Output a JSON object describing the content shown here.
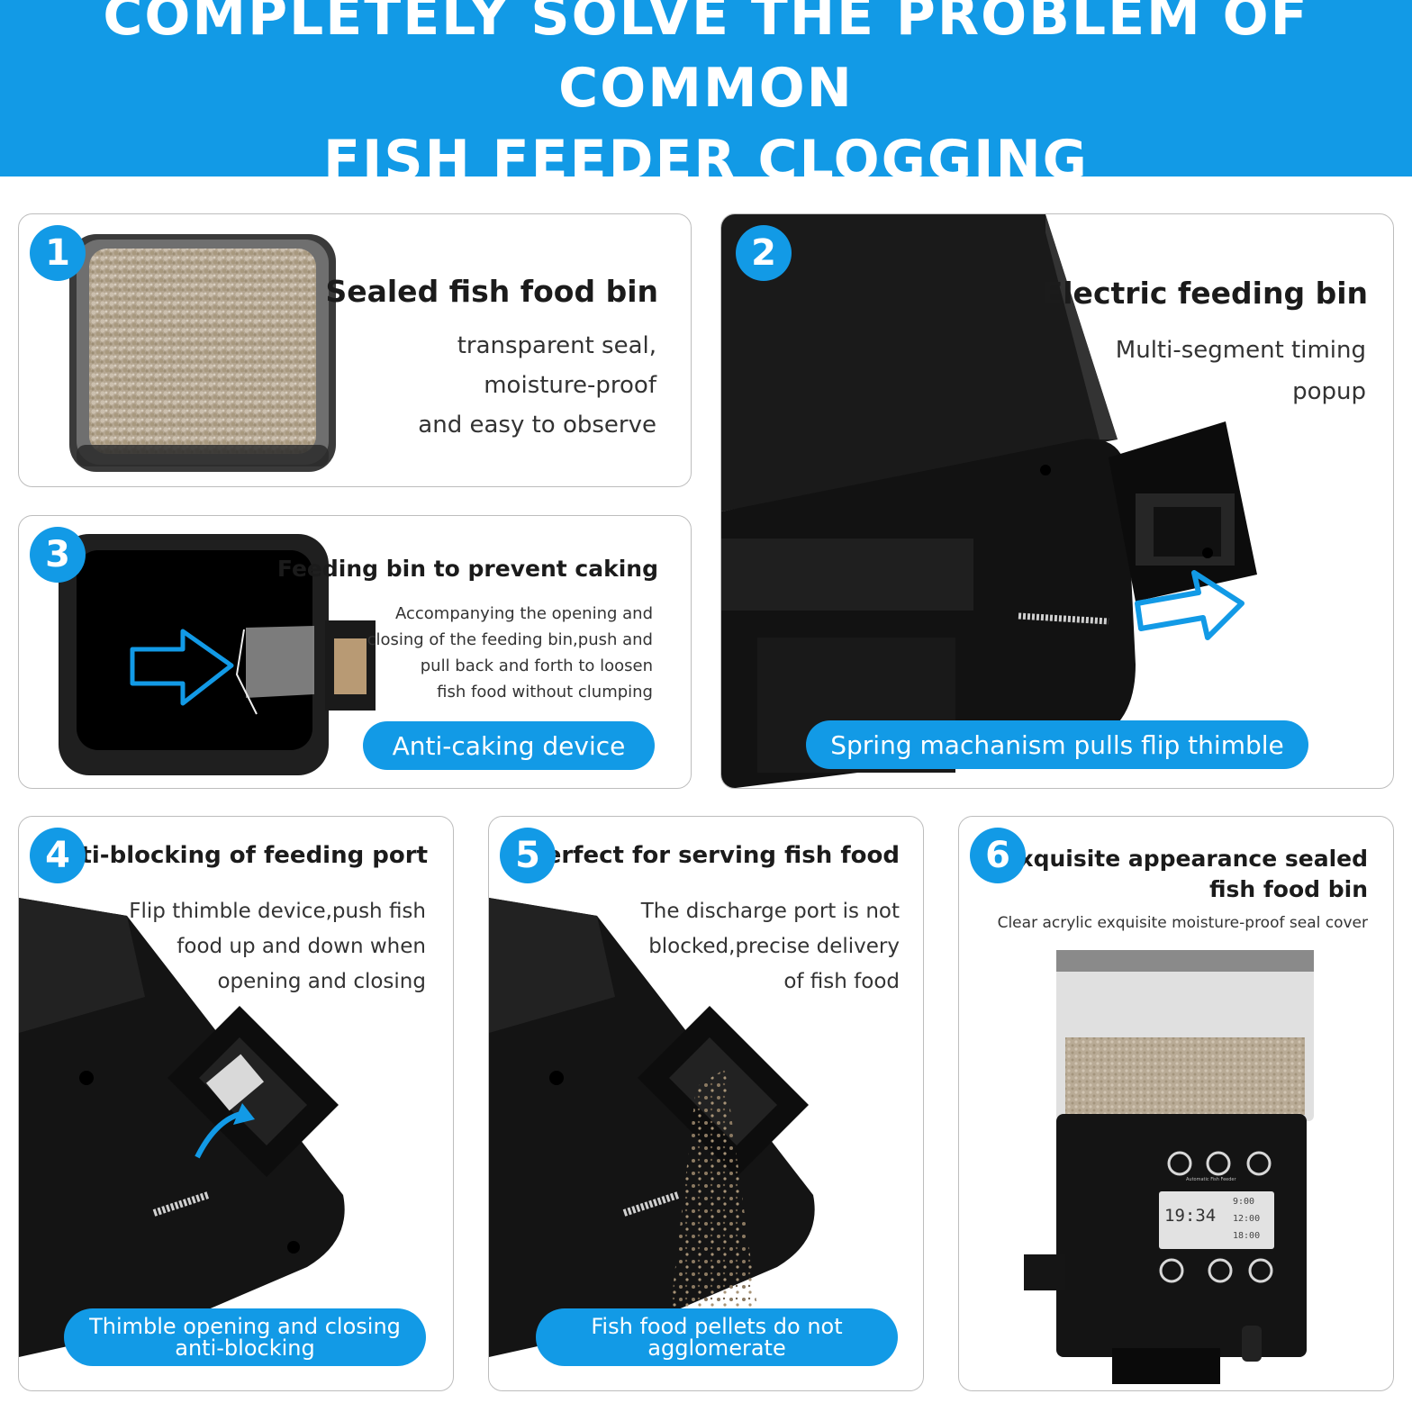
{
  "header": {
    "line1": "COMPLETELY SOLVE THE PROBLEM OF COMMON",
    "line2": "FISH FEEDER CLOGGING"
  },
  "colors": {
    "accent": "#129ae6",
    "product": "#111111",
    "food": "#b9ab96"
  },
  "panels": [
    {
      "number": "1",
      "title": "Sealed fish food bin",
      "desc": [
        "transparent seal,",
        "moisture-proof",
        "and easy to observe"
      ]
    },
    {
      "number": "2",
      "title": "Electric feeding bin",
      "desc": [
        "Multi-segment timing",
        "popup"
      ],
      "pill": [
        "Spring machanism pulls flip thimble"
      ]
    },
    {
      "number": "3",
      "title": "Feeding bin to prevent caking",
      "desc": [
        "Accompanying the opening and",
        "closing of the feeding bin,push and",
        "pull back and forth to loosen",
        "fish food without clumping"
      ],
      "pill": [
        "Anti-caking device"
      ]
    },
    {
      "number": "4",
      "title": "Anti-blocking of feeding port",
      "desc": [
        "Flip thimble device,push fish",
        "food up and down when",
        "opening and closing"
      ],
      "pill": [
        "Thimble opening and closing",
        "anti-blocking"
      ]
    },
    {
      "number": "5",
      "title": "Perfect for serving fish food",
      "desc": [
        "The discharge port is not",
        "blocked,precise delivery",
        "of fish food"
      ],
      "pill": [
        "Fish food pellets do not",
        "agglomerate"
      ]
    },
    {
      "number": "6",
      "title": [
        "Exquisite appearance sealed",
        "fish food bin"
      ],
      "desc": [
        "Clear acrylic exquisite moisture-proof seal cover"
      ],
      "device": {
        "brand": "Automatic Fish Feeder",
        "clock": "19:34",
        "times": [
          "9:00",
          "12:00",
          "18:00"
        ]
      }
    }
  ]
}
